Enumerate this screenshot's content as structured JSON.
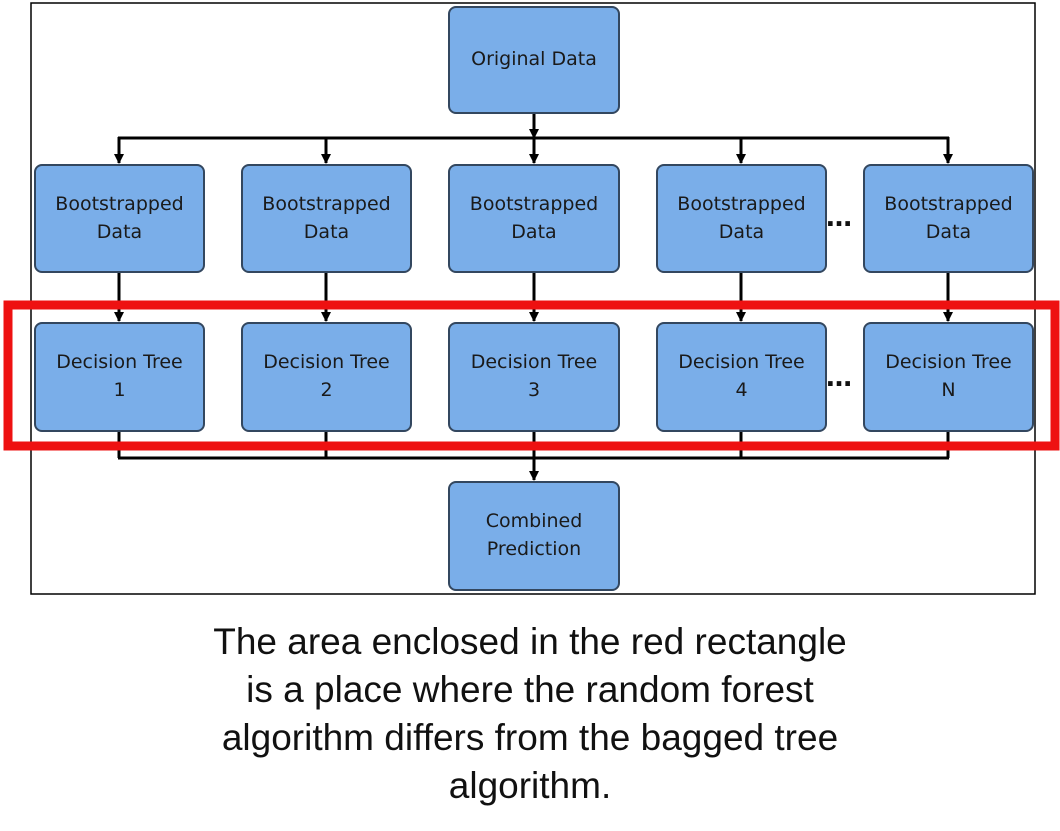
{
  "colors": {
    "box_fill": "#7aaee9",
    "box_border": "#33475f",
    "highlight": "#ee1111",
    "arrows": "#000000"
  },
  "diagram": {
    "original": {
      "line1": "Original Data"
    },
    "bootstrapped": [
      {
        "line1": "Bootstrapped",
        "line2": "Data"
      },
      {
        "line1": "Bootstrapped",
        "line2": "Data"
      },
      {
        "line1": "Bootstrapped",
        "line2": "Data"
      },
      {
        "line1": "Bootstrapped",
        "line2": "Data"
      },
      {
        "line1": "Bootstrapped",
        "line2": "Data"
      }
    ],
    "trees": [
      {
        "line1": "Decision Tree",
        "line2": "1"
      },
      {
        "line1": "Decision Tree",
        "line2": "2"
      },
      {
        "line1": "Decision Tree",
        "line2": "3"
      },
      {
        "line1": "Decision Tree",
        "line2": "4"
      },
      {
        "line1": "Decision Tree",
        "line2": "N"
      }
    ],
    "combined": {
      "line1": "Combined",
      "line2": "Prediction"
    },
    "ellipsis_top": "…",
    "ellipsis_bottom": "…"
  },
  "caption": {
    "line1": "The area enclosed in the red rectangle",
    "line2": "is a place where the random forest",
    "line3": "algorithm differs from the bagged tree",
    "line4": "algorithm."
  }
}
